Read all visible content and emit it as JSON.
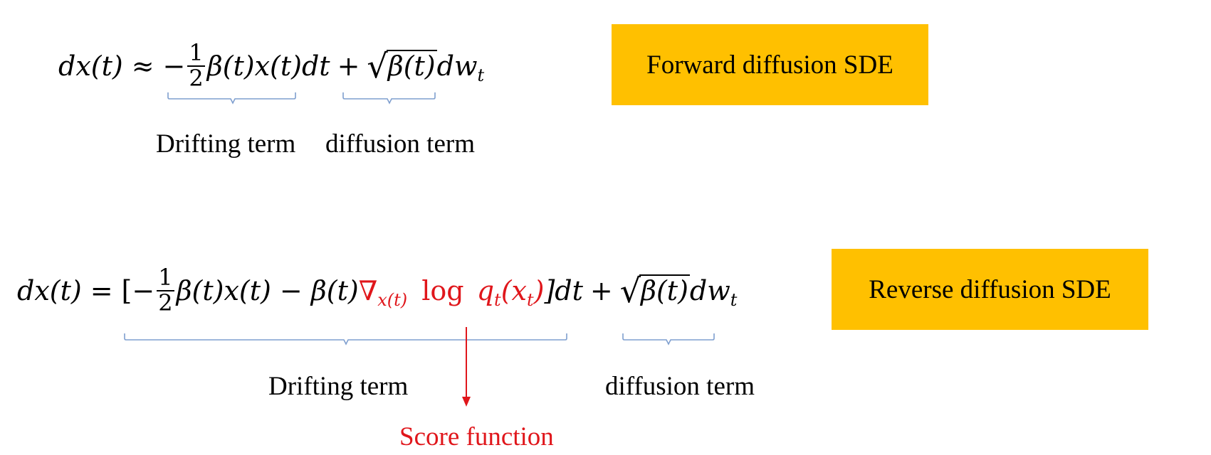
{
  "forward": {
    "lhs": "dx(t)",
    "rel": "≈",
    "minus": "−",
    "frac_num": "1",
    "frac_den": "2",
    "drift": "β(t)x(t)dt",
    "plus": "+",
    "sqrt_content": "β(t)",
    "noise": "dw",
    "noise_sub": "t",
    "box_label": "Forward diffusion SDE",
    "drift_label": "Drifting term",
    "diffusion_label": "diffusion term"
  },
  "reverse": {
    "lhs": "dx(t)",
    "rel": "=",
    "open": "[−",
    "frac_num": "1",
    "frac_den": "2",
    "drift_a": "β(t)x(t) − β(t)",
    "nabla": "∇",
    "nabla_sub": "x(t)",
    "log": "log",
    "q": "q",
    "q_sub": "t",
    "q_arg_open": "(x",
    "q_arg_sub": "t",
    "q_arg_close": ")",
    "close": "]dt",
    "plus": "+",
    "sqrt_content": "β(t)",
    "noise": "dw",
    "noise_sub": "t",
    "box_label": "Reverse diffusion SDE",
    "drift_label": "Drifting term",
    "diffusion_label": "diffusion term",
    "score_label": "Score function"
  },
  "colors": {
    "box": "#ffc000",
    "brace": "#7f9fcf",
    "score": "#e0161b"
  }
}
